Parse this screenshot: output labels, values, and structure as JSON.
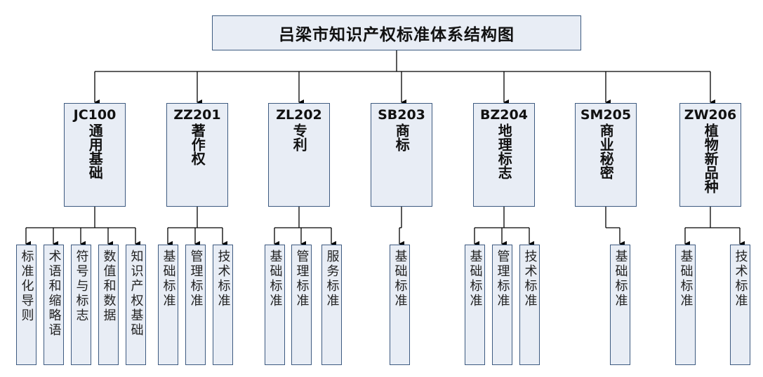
{
  "title": "吕梁市知识产权标准体系结构图",
  "colors": {
    "box_fill": "#e8edf5",
    "box_border": "#3d5a80",
    "line": "#000000"
  },
  "categories": [
    {
      "code": "JC100",
      "name": "通用基础",
      "children": [
        "标准化导则",
        "术语和缩略语",
        "符号与标志",
        "数值和数据",
        "知识产权基础"
      ]
    },
    {
      "code": "ZZ201",
      "name": "著作权",
      "children": [
        "基础标准",
        "管理标准",
        "技术标准"
      ]
    },
    {
      "code": "ZL202",
      "name": "专利",
      "children": [
        "基础标准",
        "管理标准",
        "服务标准"
      ]
    },
    {
      "code": "SB203",
      "name": "商标",
      "children": [
        "基础标准"
      ]
    },
    {
      "code": "BZ204",
      "name": "地理标志",
      "children": [
        "基础标准",
        "管理标准",
        "技术标准"
      ]
    },
    {
      "code": "SM205",
      "name": "商业秘密",
      "children": [
        "基础标准"
      ]
    },
    {
      "code": "ZW206",
      "name": "植物新品种",
      "children": [
        "基础标准",
        "技术标准"
      ]
    }
  ]
}
